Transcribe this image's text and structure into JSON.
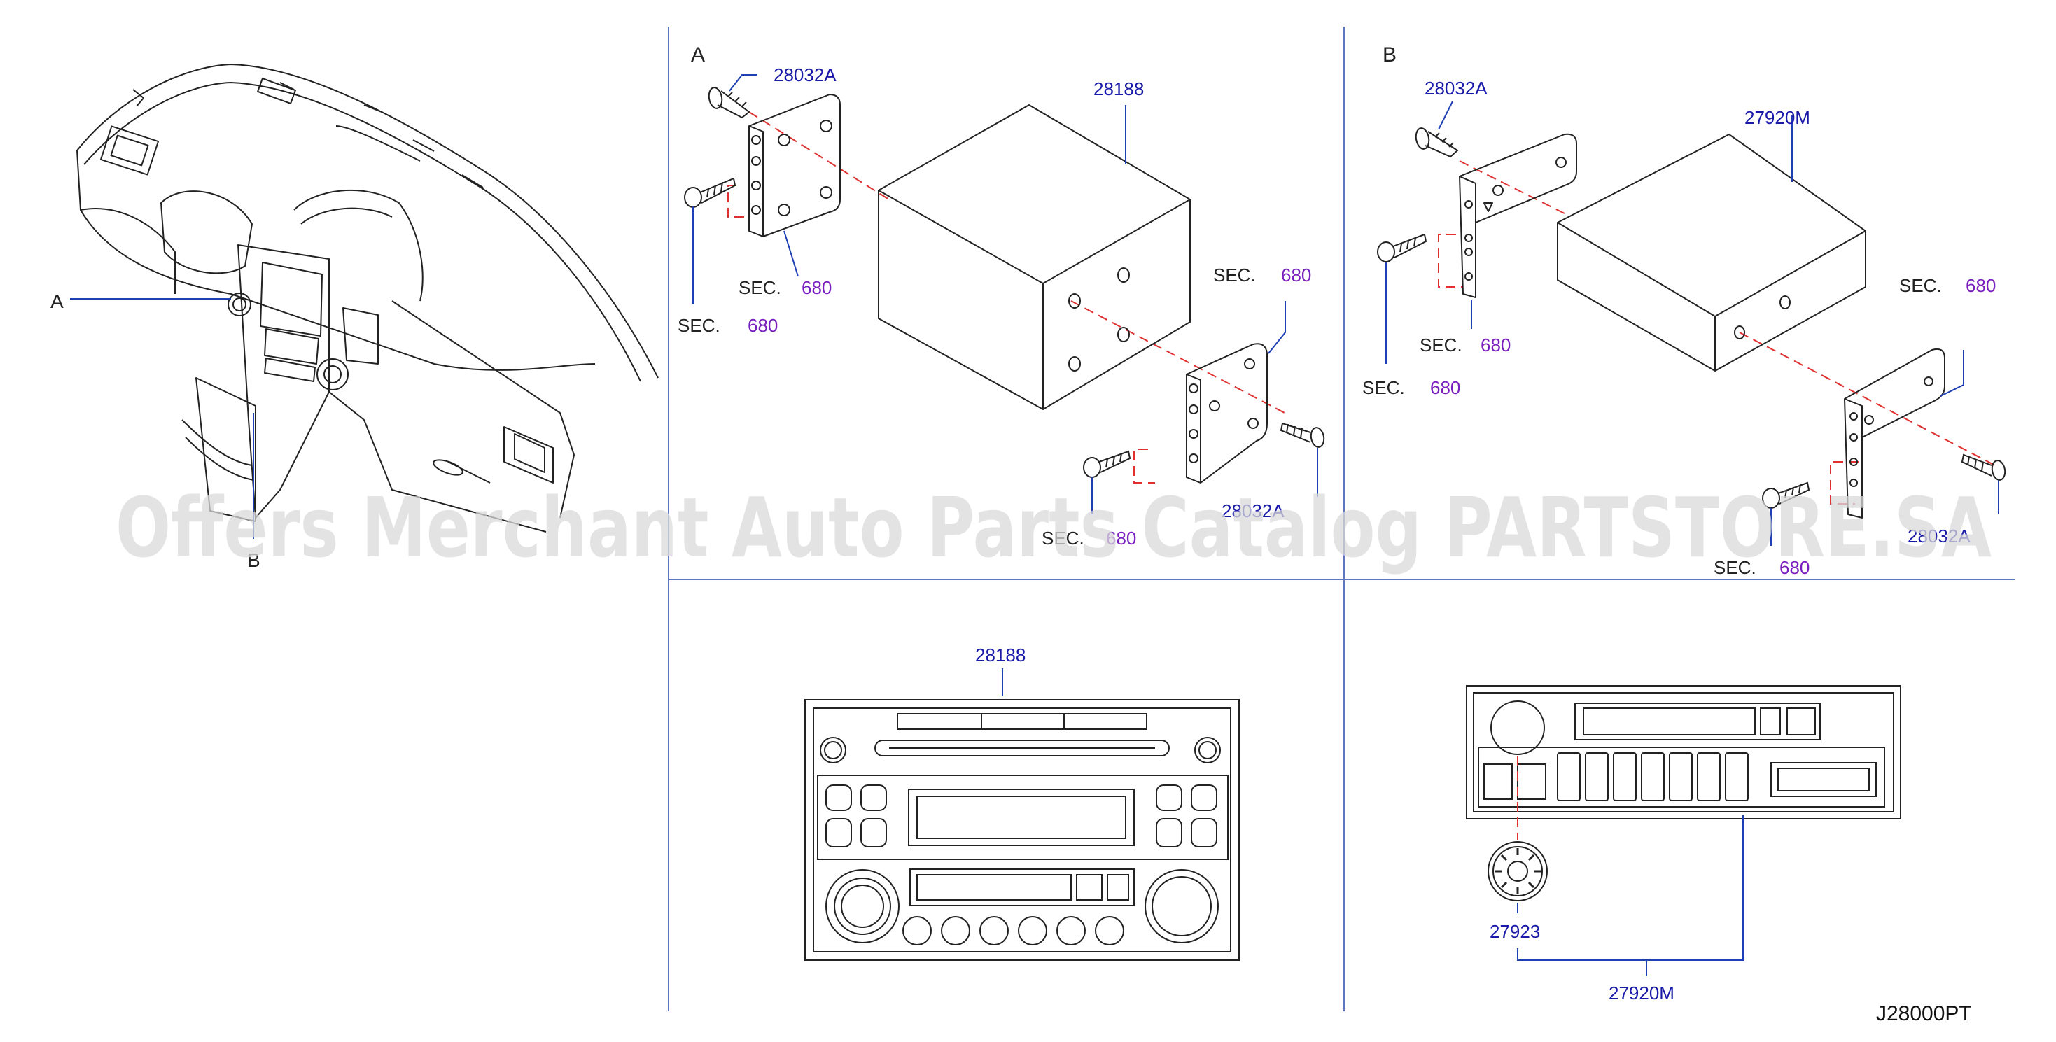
{
  "watermark": "Offers Merchant Auto Parts Catalog PARTSTORE.SA",
  "diagram_code": "J28000PT",
  "colors": {
    "line": "#222222",
    "callout": "#1f3fb5",
    "part_number": "#1a1aa8",
    "section_ref": "#7a1fbf",
    "dashed": "#e03030",
    "divider": "#5a78c0",
    "watermark": "#d9d9d9"
  },
  "overview": {
    "label_a": "A",
    "label_b": "B"
  },
  "view_a": {
    "title": "A",
    "parts": [
      "28032A",
      "28188",
      "28032A"
    ],
    "sec_label": "SEC.",
    "sec_num": "680"
  },
  "view_b": {
    "title": "B",
    "parts": [
      "28032A",
      "27920M",
      "28032A"
    ],
    "sec_label": "SEC.",
    "sec_num": "680"
  },
  "bottom_left": {
    "part": "28188"
  },
  "bottom_right": {
    "part_knob": "27923",
    "part_unit": "27920M"
  }
}
